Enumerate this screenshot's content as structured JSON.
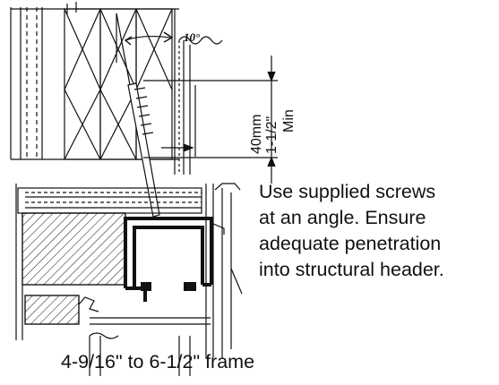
{
  "angle_label": "10°",
  "dimension": {
    "line1": "40mm",
    "line2": "1-1/2\"",
    "line3": "Min"
  },
  "note_lines": [
    "Use supplied screws",
    "at an angle. Ensure",
    "adequate penetration",
    "into structural header."
  ],
  "caption": "4-9/16\" to 6-1/2\" frame"
}
